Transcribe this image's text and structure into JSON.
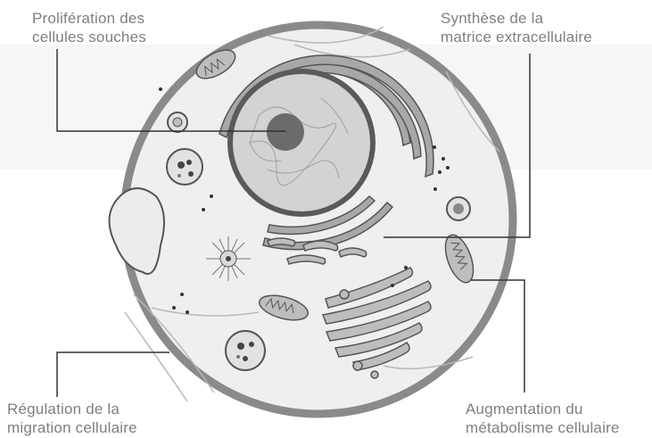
{
  "labels": {
    "top_left": [
      "Prolifération des",
      "cellules souches"
    ],
    "top_right": [
      "Synthèse de la",
      "matrice extracellulaire"
    ],
    "bottom_left": [
      "Régulation de la",
      "migration cellulaire"
    ],
    "bottom_right": [
      "Augmentation du",
      "métabolisme cellulaire"
    ]
  },
  "colors": {
    "text": "#7f7f7f",
    "cell_outline": "#8a8a8a",
    "cytoplasm": "#efefef",
    "nucleus": "#d3d3d3",
    "nucleolus": "#6b6b6b",
    "organelle": "#bdbdbd",
    "leader_line": "#333333"
  }
}
